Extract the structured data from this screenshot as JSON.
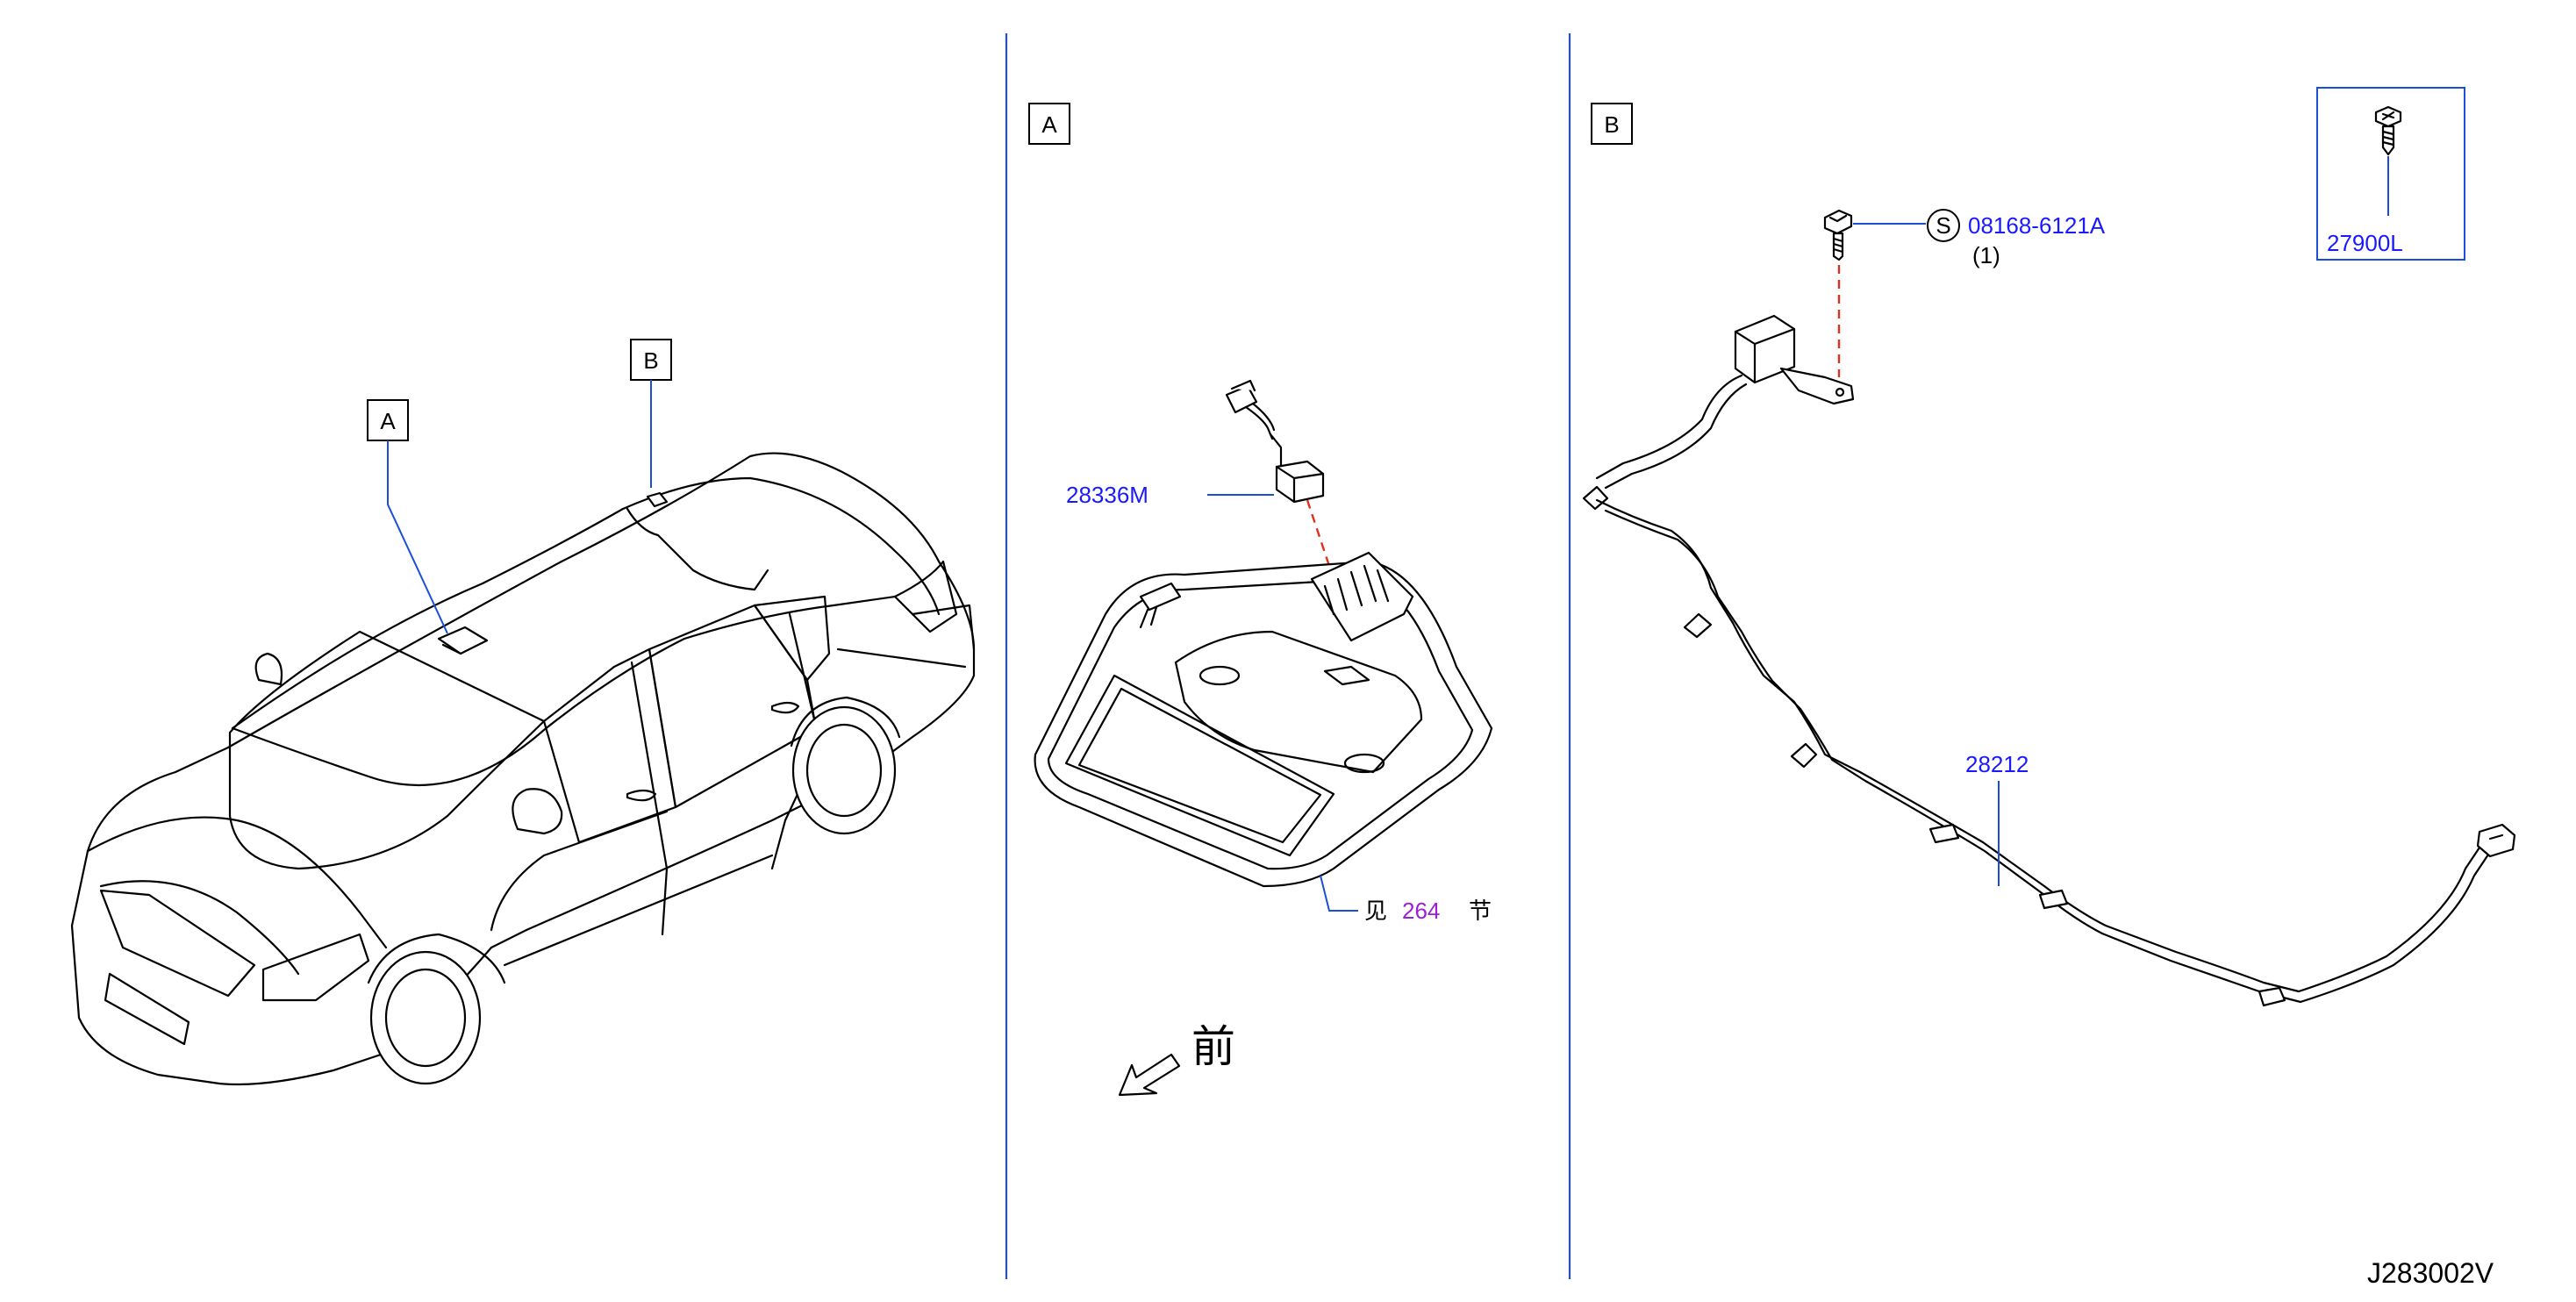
{
  "callouts": {
    "car_view_a": "A",
    "car_view_b": "B",
    "panel_a": "A",
    "panel_b": "B"
  },
  "panel_a": {
    "part_connector": "28336M",
    "see_prefix": "见",
    "see_page": "264",
    "see_suffix": "节",
    "front_indicator": "前"
  },
  "panel_b": {
    "symbol_s": "S",
    "part_bolt": "08168-6121A",
    "bolt_qty": "(1)",
    "part_antenna_harness": "28212",
    "part_screw_box": "27900L"
  },
  "diagram_id": "J283002V",
  "colors": {
    "part_number": "#1a1aff",
    "page_reference": "#9b1fd6",
    "leader_line": "#1a4fd6",
    "divider": "#2a4fb8",
    "install_path": "#e0301e"
  }
}
